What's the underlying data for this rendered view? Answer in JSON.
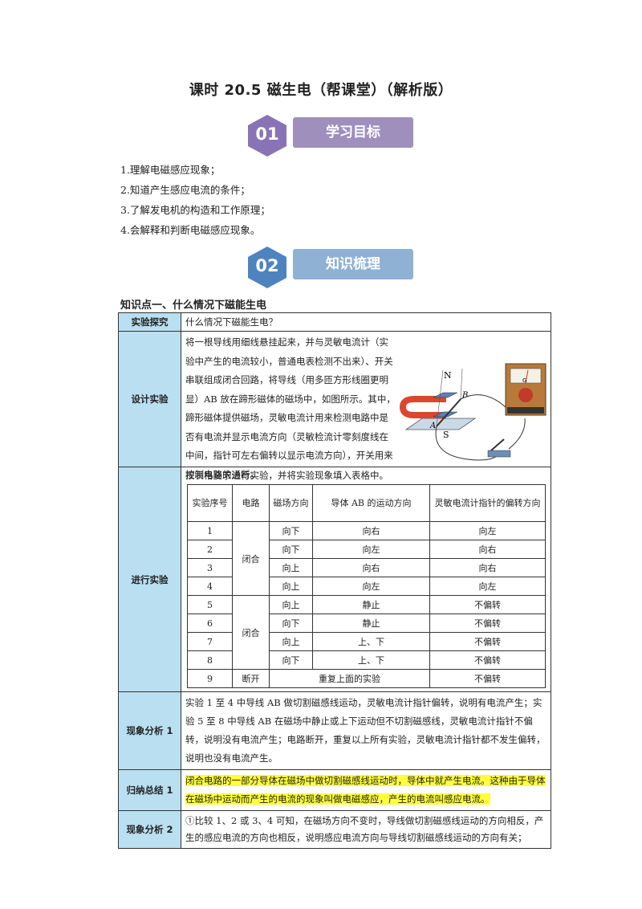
{
  "title": "课时 20.5   磁生电（帮课堂）（解析版）",
  "sections": [
    {
      "num": "01",
      "label": "学习目标"
    },
    {
      "num": "02",
      "label": "知识梳理"
    }
  ],
  "goals": [
    "1.理解电磁感应现象；",
    "2.知道产生感应电流的条件；",
    "3.了解发电机的构造和工作原理；",
    "4.会解释和判断电磁感应现象。"
  ],
  "kp_title": "知识点一、什么情况下磁能生电",
  "table": {
    "row1": {
      "label": "实验探究",
      "text": "什么情况下磁能生电？"
    },
    "row2": {
      "label": "设计实验",
      "text": "将一根导线用细线悬挂起来，并与灵敏电流计（实验中产生的电流较小，普通电表检测不出来）、开关串联组成闭合回路，将导线（用多匝方形线圈更明显）AB 放在蹄形磁体的磁场中，如图所示。其中，蹄形磁体提供磁场，灵敏电流计用来检测电路中是否有电流并显示电流方向（灵敏检流计零刻度线在中间，指针可左右偏转以显示电流方向），开关用来控制电路的通断。",
      "fig_labels": {
        "n": "N",
        "s": "S",
        "a": "A",
        "b": "B",
        "g": "G"
      }
    },
    "row3": {
      "label": "进行实验",
      "intro": "按表格要求进行实验，并将实验现象填入表格中。",
      "headers": [
        "实验序号",
        "电路",
        "磁场方向",
        "导体 AB 的运动方向",
        "灵敏电流计指针的偏转方向"
      ],
      "circuit_groups": [
        "闭合",
        "闭合",
        "断开"
      ],
      "rows": [
        {
          "no": "1",
          "field": "向下",
          "motion": "向右",
          "deflect": "向左"
        },
        {
          "no": "2",
          "field": "向下",
          "motion": "向左",
          "deflect": "向右"
        },
        {
          "no": "3",
          "field": "向上",
          "motion": "向右",
          "deflect": "向右"
        },
        {
          "no": "4",
          "field": "向上",
          "motion": "向左",
          "deflect": "向左"
        },
        {
          "no": "5",
          "field": "向上",
          "motion": "静止",
          "deflect": "不偏转"
        },
        {
          "no": "6",
          "field": "向下",
          "motion": "静止",
          "deflect": "不偏转"
        },
        {
          "no": "7",
          "field": "向上",
          "motion": "上、下",
          "deflect": "不偏转"
        },
        {
          "no": "8",
          "field": "向下",
          "motion": "上、下",
          "deflect": "不偏转"
        }
      ],
      "row9": {
        "no": "9",
        "repeat": "重复上面的实验",
        "deflect": "不偏转"
      }
    },
    "row4": {
      "label": "现象分析 1",
      "text": "实验 1 至 4 中导线 AB 做切割磁感线运动，灵敏电流计指针偏转，说明有电流产生；实验 5 至 8 中导线 AB 在磁场中静止或上下运动但不切割磁感线，灵敏电流计指针不偏转，说明没有电流产生；电路断开，重复以上所有实验，灵敏电流计指针都不发生偏转，说明也没有电流产生。"
    },
    "row5": {
      "label": "归纳总结 1",
      "text": "闭合电路的一部分导体在磁场中做切割磁感线运动时，导体中就产生电流。这种由于导体在磁场中运动而产生的电流的现象叫做电磁感应，产生的电流叫感应电流。"
    },
    "row6": {
      "label": "现象分析 2",
      "text": "①比较 1、2 或 3、4 可知，在磁场方向不变时，导线做切割磁感线运动的方向相反，产生的感应电流的方向也相反，说明感应电流方向与导线切割磁感线运动的方向有关；"
    }
  }
}
